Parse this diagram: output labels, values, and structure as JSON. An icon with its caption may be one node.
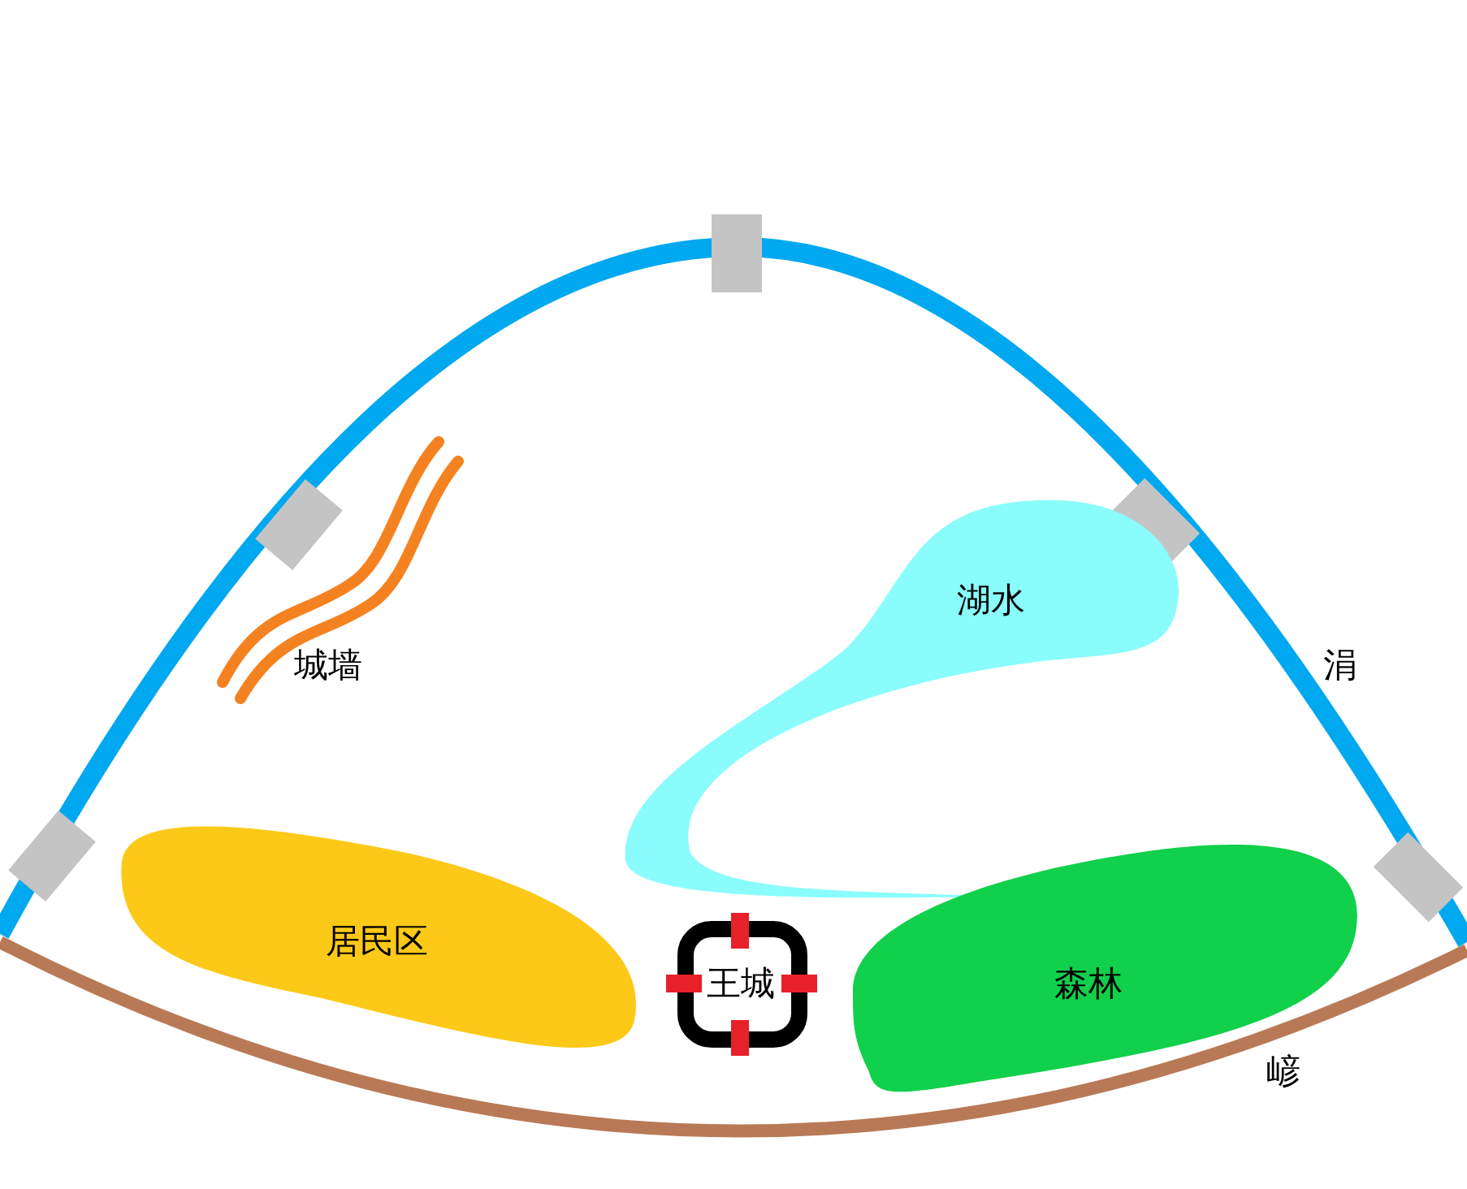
{
  "diagram": {
    "nodes": [
      {
        "text": [
          "湖水"
        ]
      },
      {
        "text": [
          "居民区"
        ]
      },
      {
        "text": [
          "王城"
        ]
      },
      {
        "text": [
          "森林"
        ]
      }
    ],
    "labels": [
      "城墙",
      "涓",
      "嵃"
    ]
  }
}
